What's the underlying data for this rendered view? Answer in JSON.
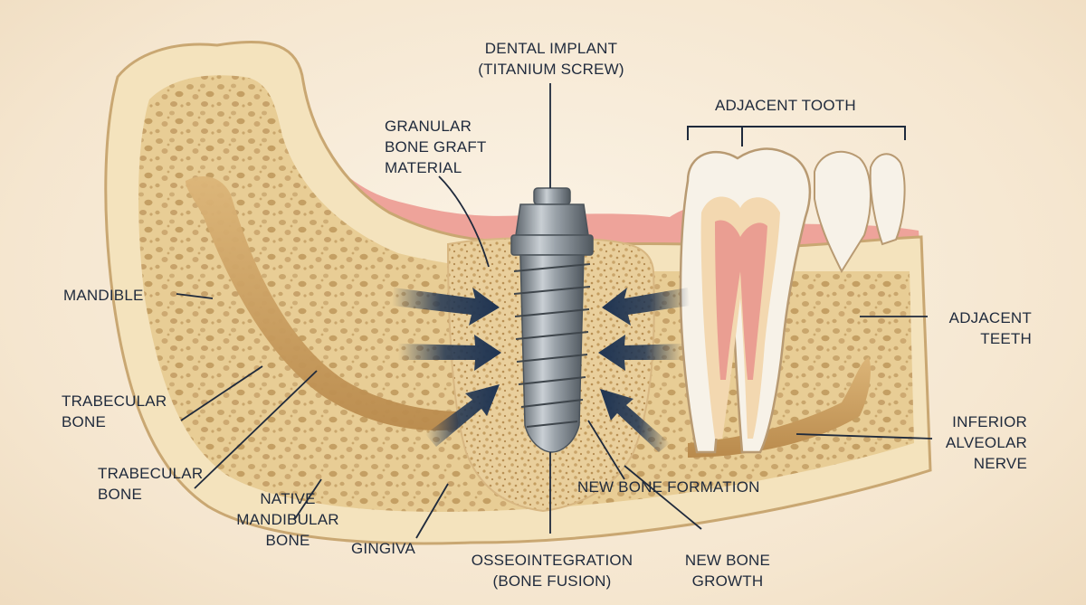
{
  "labels": {
    "dental_implant": [
      "DENTAL IMPLANT",
      "(TITANIUM SCREW)"
    ],
    "granular_graft": [
      "GRANULAR",
      "BONE GRAFT",
      "MATERIAL"
    ],
    "adjacent_tooth": [
      "ADJACENT TOOTH"
    ],
    "mandible": [
      "MANDIBLE"
    ],
    "trabecular_bone_1": [
      "TRABECULAR",
      "BONE"
    ],
    "trabecular_bone_2": [
      "TRABECULAR",
      "BONE"
    ],
    "native_mandibular": [
      "NATIVE",
      "MANDIBULAR",
      "BONE"
    ],
    "gingiva": [
      "GINGIVA"
    ],
    "osseointegration": [
      "OSSEOINTEGRATION",
      "(BONE FUSION)"
    ],
    "new_bone_formation": [
      "NEW BONE FORMATION"
    ],
    "new_bone_growth": [
      "NEW BONE",
      "GROWTH"
    ],
    "adjacent_teeth": [
      "ADJACENT",
      "TEETH"
    ],
    "inferior_alveolar_nerve": [
      "INFERIOR",
      "ALVEOLAR",
      "NERVE"
    ]
  },
  "colors": {
    "bone": "#ecd6a6",
    "cortical": "#f6e9c8",
    "gingiva": "#eea39a",
    "nerve": "#c79a5a",
    "implant": "#8a9299",
    "arrow": "#1f3452",
    "text": "#1f2a3c"
  }
}
